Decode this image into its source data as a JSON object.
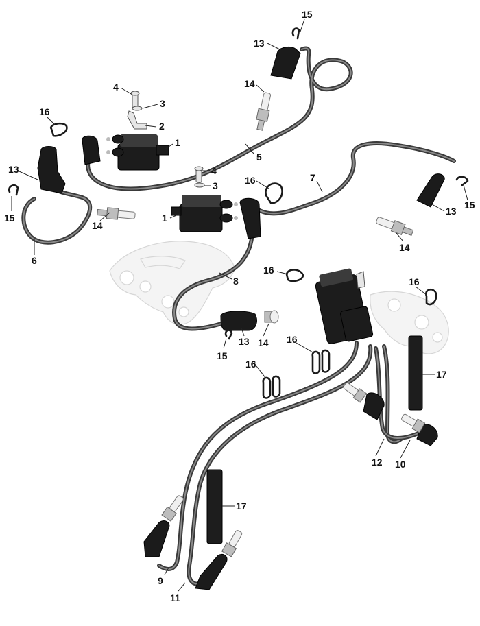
{
  "callouts": [
    {
      "id": "c15a",
      "label": "15"
    },
    {
      "id": "c13a",
      "label": "13"
    },
    {
      "id": "c14a",
      "label": "14"
    },
    {
      "id": "c4a",
      "label": "4"
    },
    {
      "id": "c3a",
      "label": "3"
    },
    {
      "id": "c2",
      "label": "2"
    },
    {
      "id": "c1a",
      "label": "1"
    },
    {
      "id": "c16a",
      "label": "16"
    },
    {
      "id": "c5",
      "label": "5"
    },
    {
      "id": "c13b",
      "label": "13"
    },
    {
      "id": "c15b",
      "label": "15"
    },
    {
      "id": "c14b",
      "label": "14"
    },
    {
      "id": "c6",
      "label": "6"
    },
    {
      "id": "c4b",
      "label": "4"
    },
    {
      "id": "c3b",
      "label": "3"
    },
    {
      "id": "c16b",
      "label": "16"
    },
    {
      "id": "c7",
      "label": "7"
    },
    {
      "id": "c15c",
      "label": "15"
    },
    {
      "id": "c1b",
      "label": "1"
    },
    {
      "id": "c13c",
      "label": "13"
    },
    {
      "id": "c14c",
      "label": "14"
    },
    {
      "id": "c8",
      "label": "8"
    },
    {
      "id": "c16c",
      "label": "16"
    },
    {
      "id": "c16d",
      "label": "16"
    },
    {
      "id": "c13d",
      "label": "13"
    },
    {
      "id": "c14d",
      "label": "14"
    },
    {
      "id": "c15d",
      "label": "15"
    },
    {
      "id": "c16e",
      "label": "16"
    },
    {
      "id": "c16f",
      "label": "16"
    },
    {
      "id": "c17a",
      "label": "17"
    },
    {
      "id": "c12",
      "label": "12"
    },
    {
      "id": "c10",
      "label": "10"
    },
    {
      "id": "c17b",
      "label": "17"
    },
    {
      "id": "c9",
      "label": "9"
    },
    {
      "id": "c11",
      "label": "11"
    }
  ]
}
